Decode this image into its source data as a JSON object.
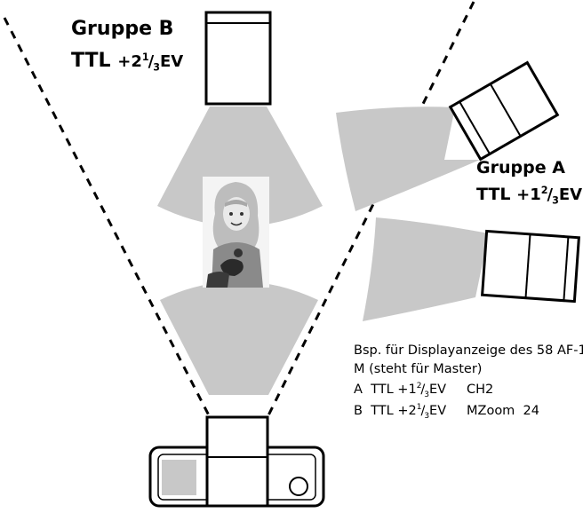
{
  "group_b": {
    "title": "Gruppe B",
    "ttl": "TTL",
    "sign": "+",
    "whole": "2",
    "num": "1",
    "den": "3",
    "unit": "EV"
  },
  "group_a": {
    "title": "Gruppe A",
    "ttl": "TTL",
    "sign": "+",
    "whole": "1",
    "num": "2",
    "den": "3",
    "unit": "EV"
  },
  "display": {
    "caption": "Bsp. für Displayanzeige des 58 AF-1:",
    "master": "M (steht für Master)",
    "row_a": {
      "group": "A",
      "ttl": "TTL",
      "sign": "+",
      "whole": "1",
      "num": "2",
      "den": "3",
      "unit": "EV",
      "extra": "CH2"
    },
    "row_b": {
      "group": "B",
      "ttl": "TTL",
      "sign": "+",
      "whole": "2",
      "num": "1",
      "den": "3",
      "unit": "EV",
      "extra": "MZoom  24"
    }
  },
  "colors": {
    "light_beam": "#c8c8c8",
    "outline": "#000000",
    "background": "#ffffff"
  },
  "icons": {
    "flash_b": "flash-unit-icon",
    "flash_a_upper": "flash-unit-icon",
    "flash_a_lower": "flash-unit-icon",
    "camera": "camera-icon",
    "subject": "child-photo"
  }
}
